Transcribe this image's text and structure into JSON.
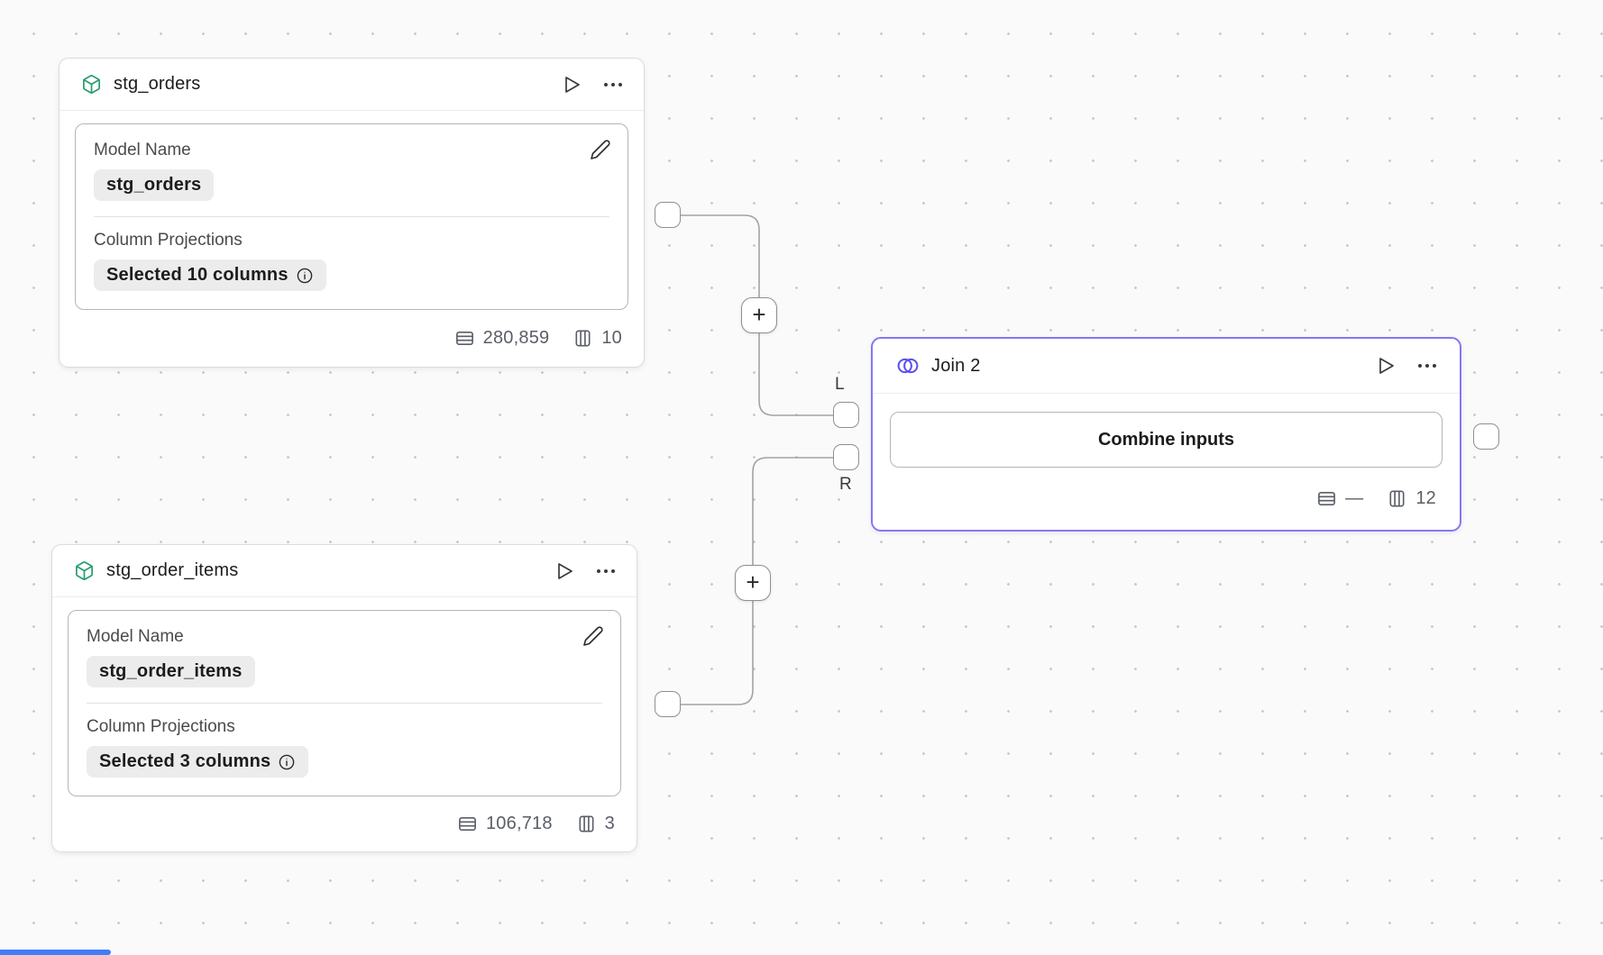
{
  "canvas": {
    "background_color": "#fafafa",
    "dot_color": "#c9c9c9",
    "accent_selected_color": "#8477f7",
    "scrollbar_color": "#3f7ef7"
  },
  "nodes": {
    "stg_orders": {
      "title": "stg_orders",
      "icon": "cube-icon",
      "model_name_label": "Model Name",
      "model_name_value": "stg_orders",
      "column_projections_label": "Column Projections",
      "column_projections_value": "Selected 10 columns",
      "row_count": "280,859",
      "column_count": "10"
    },
    "stg_order_items": {
      "title": "stg_order_items",
      "icon": "cube-icon",
      "model_name_label": "Model Name",
      "model_name_value": "stg_order_items",
      "column_projections_label": "Column Projections",
      "column_projections_value": "Selected 3 columns",
      "row_count": "106,718",
      "column_count": "3"
    },
    "join": {
      "title": "Join 2",
      "icon": "venn-join-icon",
      "combine_button_label": "Combine inputs",
      "row_count": "—",
      "column_count": "12",
      "left_port_label": "L",
      "right_port_label": "R"
    }
  },
  "connections": {
    "add_button_label": "+"
  }
}
